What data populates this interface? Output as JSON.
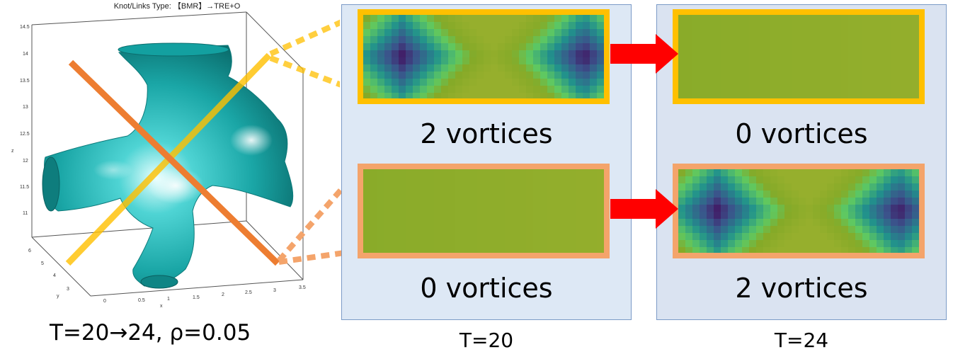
{
  "plot": {
    "title": "Knot/Links Type: 【BMR】→TRE+O",
    "z_ticks": [
      "14.5",
      "14",
      "13.5",
      "13",
      "12.5",
      "12",
      "11.5",
      "11"
    ],
    "x_ticks": [
      "0",
      "0.5",
      "1",
      "1.5",
      "2",
      "2.5",
      "3",
      "3.5"
    ],
    "y_ticks": [
      "6",
      "5",
      "4",
      "3"
    ],
    "x_label": "x",
    "y_label": "y",
    "z_label": "z",
    "surface_color": "#1aa6a6"
  },
  "caption_left": "T=20→24, ρ=0.05",
  "panels": [
    {
      "time_label": "T=20",
      "fields": [
        {
          "label": "2 vortices",
          "border_color": "#ffc000",
          "vortex_count": 2
        },
        {
          "label": "0 vortices",
          "border_color": "#f4a46b",
          "vortex_count": 0
        }
      ]
    },
    {
      "time_label": "T=24",
      "fields": [
        {
          "label": "0 vortices",
          "border_color": "#ffc000",
          "vortex_count": 0
        },
        {
          "label": "2 vortices",
          "border_color": "#f4a46b",
          "vortex_count": 2
        }
      ]
    }
  ],
  "colors": {
    "yellow_line": "#ffc000",
    "orange_line": "#ed7d31",
    "arrow": "#ff0000"
  }
}
